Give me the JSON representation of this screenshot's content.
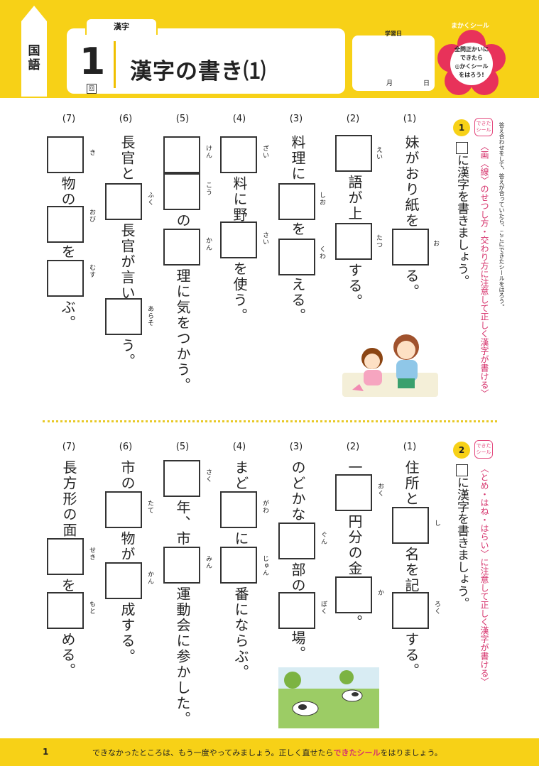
{
  "header": {
    "subject": "国語",
    "tab": "漢字",
    "number": "1",
    "kai": "回",
    "title": "漢字の書き⑴",
    "date_label": "学習日",
    "month": "月",
    "day": "日",
    "sticker_label": "まかくシール",
    "sticker_text": "全問正かいに\nできたら\n◎かくシール\nをはろう!"
  },
  "side_hint": "答え合わせをして、答えが合っていたら、ここにできたシールをはろう。",
  "sections": [
    {
      "no": "1",
      "dekita": "できたシール",
      "instruction_pre": "に漢字を書きましょう。",
      "instruction_note": "〈画〈線〉のせつし方・交わり方に注意して正しく漢字が書ける〉",
      "questions": [
        {
          "label": "(1)",
          "parts": [
            "妹がおり紙を",
            "る。"
          ],
          "furigana": [
            "お"
          ]
        },
        {
          "label": "(2)",
          "parts": [
            "語が上",
            "する。"
          ],
          "furigana": [
            "えい",
            "たつ"
          ]
        },
        {
          "label": "(3)",
          "parts": [
            "料理に",
            "を",
            "える。"
          ],
          "furigana": [
            "しお",
            "くわ"
          ]
        },
        {
          "label": "(4)",
          "parts": [
            "料に野",
            "を使う。"
          ],
          "furigana": [
            "ざい",
            "さい"
          ]
        },
        {
          "label": "(5)",
          "parts": [
            "の",
            "理に気をつかう。"
          ],
          "furigana": [
            "けん",
            "こう",
            "かん"
          ]
        },
        {
          "label": "(6)",
          "parts": [
            "長官と",
            "長官が言い",
            "う。"
          ],
          "furigana": [
            "ふく",
            "あらそ"
          ]
        },
        {
          "label": "(7)",
          "parts": [
            "物の",
            "を",
            "ぶ。"
          ],
          "furigana": [
            "き",
            "おび",
            "むす"
          ]
        }
      ]
    },
    {
      "no": "2",
      "dekita": "できたシール",
      "instruction_pre": "に漢字を書きましょう。",
      "instruction_note": "〈とめ・はね・はらい〉に注意して正しく漢字が書ける〉",
      "questions": [
        {
          "label": "(1)",
          "parts": [
            "住所と",
            "名を記",
            "する。"
          ],
          "furigana": [
            "し",
            "ろく"
          ]
        },
        {
          "label": "(2)",
          "parts": [
            "一",
            "円分の金",
            "。"
          ],
          "furigana": [
            "おく",
            "か"
          ]
        },
        {
          "label": "(3)",
          "parts": [
            "のどかな",
            "部の",
            "場。"
          ],
          "furigana": [
            "ぐん",
            "ぼく"
          ]
        },
        {
          "label": "(4)",
          "parts": [
            "まど",
            "に",
            "番にならぶ。"
          ],
          "furigana": [
            "がわ",
            "じゅん"
          ]
        },
        {
          "label": "(5)",
          "parts": [
            "年、市",
            "運動会に参かした。"
          ],
          "furigana": [
            "さく",
            "みん"
          ]
        },
        {
          "label": "(6)",
          "parts": [
            "市の",
            "物が",
            "成する。"
          ],
          "furigana": [
            "たて",
            "かん"
          ]
        },
        {
          "label": "(7)",
          "parts": [
            "長方形の面",
            "を",
            "める。"
          ],
          "furigana": [
            "せき",
            "もと"
          ]
        }
      ]
    }
  ],
  "footer": {
    "page": "1",
    "text_pre": "できなかったところは、もう一度やってみましょう。正しく直せたら",
    "text_pink": "できたシール",
    "text_post": "をはりましょう。"
  }
}
